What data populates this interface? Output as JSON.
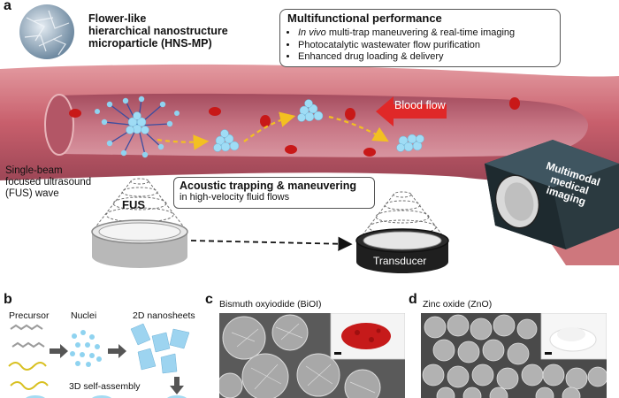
{
  "panel_a": {
    "letter": "a",
    "particle_title": [
      "Flower-like",
      "hierarchical nanostructure",
      "microparticle (HNS-MP)"
    ],
    "performance_box": {
      "title": "Multifunctional performance",
      "bullets": [
        {
          "italic": "In vivo",
          "text": " multi-trap maneuvering & real-time imaging"
        },
        {
          "italic": "",
          "text": "Photocatalytic wastewater flow purification"
        },
        {
          "italic": "",
          "text": "Enhanced drug loading & delivery"
        }
      ]
    },
    "blood_flow_label": "Blood flow",
    "fus_label": [
      "Single-beam",
      "focused ultrasound",
      "(FUS) wave"
    ],
    "fus_cone_label": "FUS",
    "trapping_box": {
      "title": "Acoustic trapping & maneuvering",
      "subtitle": "in high-velocity fluid flows"
    },
    "transducer_label": "Transducer",
    "imaging_label": [
      "Multimodal",
      "medical",
      "imaging"
    ]
  },
  "panel_b": {
    "letter": "b",
    "steps": [
      "Precursor",
      "Nuclei",
      "2D nanosheets"
    ],
    "assembly_label": "3D self-assembly"
  },
  "panel_c": {
    "letter": "c",
    "title": "Bismuth oxyiodide (BiOI)"
  },
  "panel_d": {
    "letter": "d",
    "title": "Zinc oxide (ZnO)"
  },
  "colors": {
    "vessel": "#c9686f",
    "vessel_inner": "#b55a68",
    "rbc": "#c81818",
    "blood_flow_arrow": "#e02828",
    "particle": "#8fd3f0",
    "path_arrow": "#f3c021",
    "imaging_device": "#2b3a40",
    "biOI_powder": "#c61a1a"
  }
}
